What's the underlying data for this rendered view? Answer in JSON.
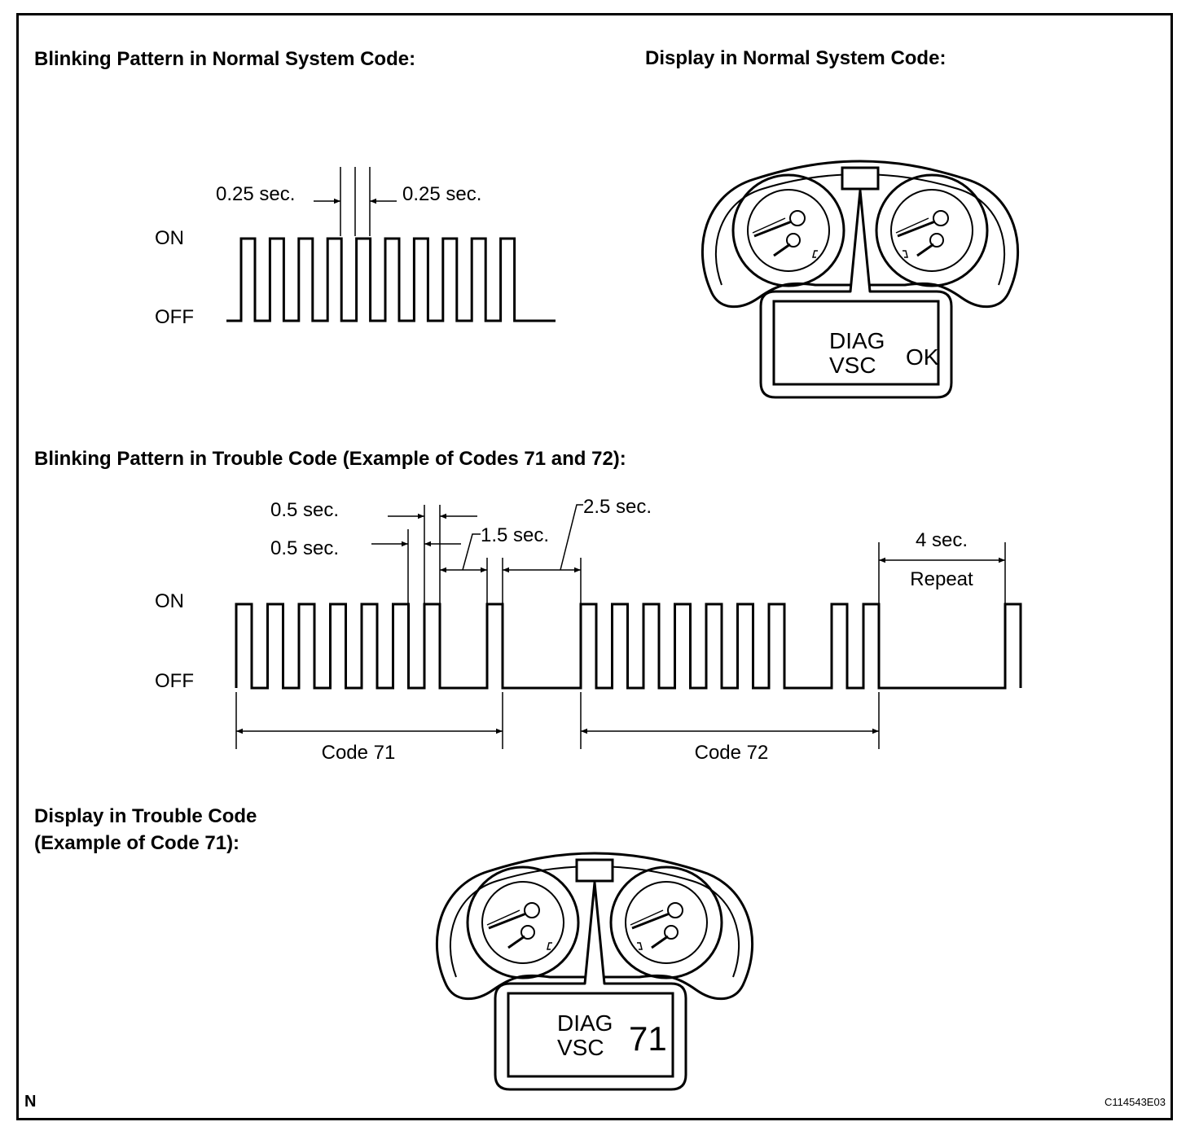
{
  "headings": {
    "normal_pattern": "Blinking Pattern in Normal System Code:",
    "normal_display": "Display in Normal System Code:",
    "trouble_pattern": "Blinking Pattern in Trouble Code (Example of Codes 71 and 72):",
    "trouble_display_line1": "Display  in Trouble Code",
    "trouble_display_line2": "(Example of Code 71):"
  },
  "normal_waveform": {
    "on_label": "ON",
    "off_label": "OFF",
    "left_interval": "0.25 sec.",
    "right_interval": "0.25 sec."
  },
  "trouble_waveform": {
    "on_label": "ON",
    "off_label": "OFF",
    "on_interval": "0.5 sec.",
    "off_interval": "0.5 sec.",
    "digit_gap": "1.5 sec.",
    "code_gap": "2.5 sec.",
    "repeat_interval": "4 sec.",
    "repeat_label": "Repeat",
    "code_a_label": "Code 71",
    "code_b_label": "Code 72"
  },
  "normal_lcd": {
    "line1": "DIAG",
    "line2": "VSC",
    "value": "OK"
  },
  "trouble_lcd": {
    "line1": "DIAG",
    "line2": "VSC",
    "value": "71"
  },
  "footer": {
    "corner_letter": "N",
    "figure_id": "C114543E03"
  }
}
